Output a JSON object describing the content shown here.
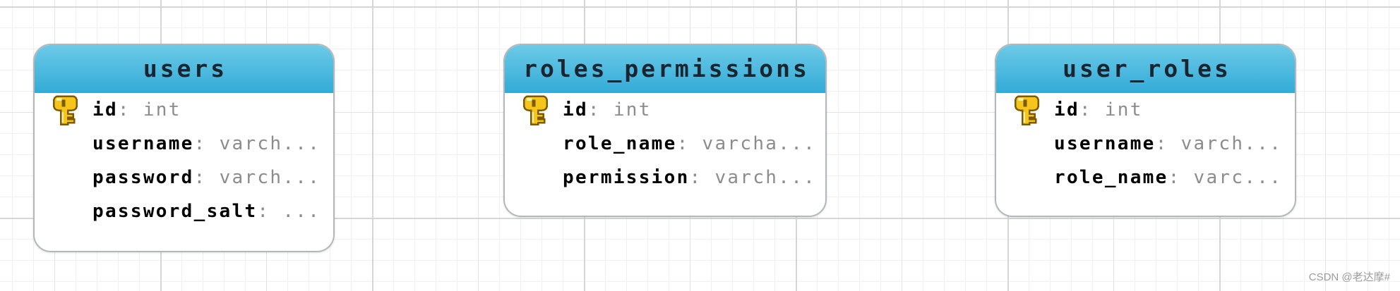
{
  "colors": {
    "canvas_bg": "#ffffff",
    "grid_minor": "#f0f0f0",
    "grid_medium": "#e3e3e3",
    "grid_major": "#d6d6d6",
    "header_top": "#6ccae7",
    "header_bottom": "#33abd7",
    "header_text": "#1b2530",
    "card_border": "#b3b7ba",
    "field_name": "#000000",
    "field_type": "#8c8c8c",
    "key_fill": "#f6c51b",
    "key_outline": "#7c5a00",
    "key_highlight": "#fff0a8",
    "watermark": "#9b9b9b"
  },
  "canvas": {
    "grid_visible": true
  },
  "primary_key_icon": "key-icon",
  "field_separator": ": ",
  "tables": [
    {
      "name": "users",
      "fields": [
        {
          "name": "id",
          "type": "int",
          "primary_key": true
        },
        {
          "name": "username",
          "type": "varch...",
          "primary_key": false
        },
        {
          "name": "password",
          "type": "varch...",
          "primary_key": false
        },
        {
          "name": "password_salt",
          "type": "...",
          "primary_key": false
        }
      ]
    },
    {
      "name": "roles_permissions",
      "fields": [
        {
          "name": "id",
          "type": "int",
          "primary_key": true
        },
        {
          "name": "role_name",
          "type": "varcha...",
          "primary_key": false
        },
        {
          "name": "permission",
          "type": "varch...",
          "primary_key": false
        }
      ]
    },
    {
      "name": "user_roles",
      "fields": [
        {
          "name": "id",
          "type": "int",
          "primary_key": true
        },
        {
          "name": "username",
          "type": "varch...",
          "primary_key": false
        },
        {
          "name": "role_name",
          "type": "varc...",
          "primary_key": false
        }
      ]
    }
  ],
  "watermark": "CSDN @老达摩#"
}
